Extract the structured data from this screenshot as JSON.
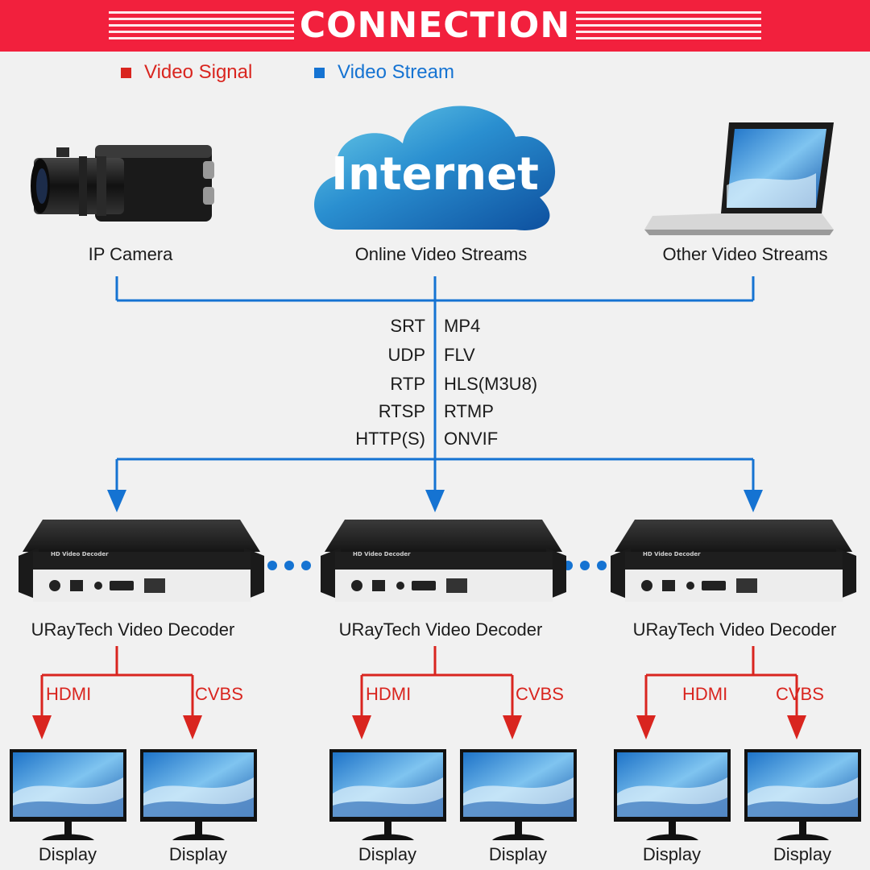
{
  "header": {
    "title": "CONNECTION",
    "color": "#f2203d"
  },
  "legend": [
    {
      "label": "Video Signal",
      "color": "#d9251f"
    },
    {
      "label": "Video Stream",
      "color": "#1573d2"
    }
  ],
  "sources": {
    "camera": "IP Camera",
    "cloud_text": "Internet",
    "cloud": "Online Video Streams",
    "laptop": "Other Video Streams"
  },
  "protocols": {
    "left": [
      "SRT",
      "UDP",
      "RTP",
      "RTSP",
      "HTTP(S)"
    ],
    "right": [
      "MP4",
      "FLV",
      "HLS(M3U8)",
      "RTMP",
      "ONVIF"
    ]
  },
  "decoders": [
    {
      "label": "URayTech Video Decoder",
      "panel_title": "HD Video Decoder",
      "outputs": [
        "HDMI",
        "CVBS"
      ],
      "displays": [
        "Display",
        "Display"
      ]
    },
    {
      "label": "URayTech Video Decoder",
      "panel_title": "HD Video Decoder",
      "outputs": [
        "HDMI",
        "CVBS"
      ],
      "displays": [
        "Display",
        "Display"
      ]
    },
    {
      "label": "URayTech Video Decoder",
      "panel_title": "HD Video Decoder",
      "outputs": [
        "HDMI",
        "CVBS"
      ],
      "displays": [
        "Display",
        "Display"
      ]
    }
  ],
  "colors": {
    "stream": "#1573d2",
    "signal": "#d9251f"
  }
}
